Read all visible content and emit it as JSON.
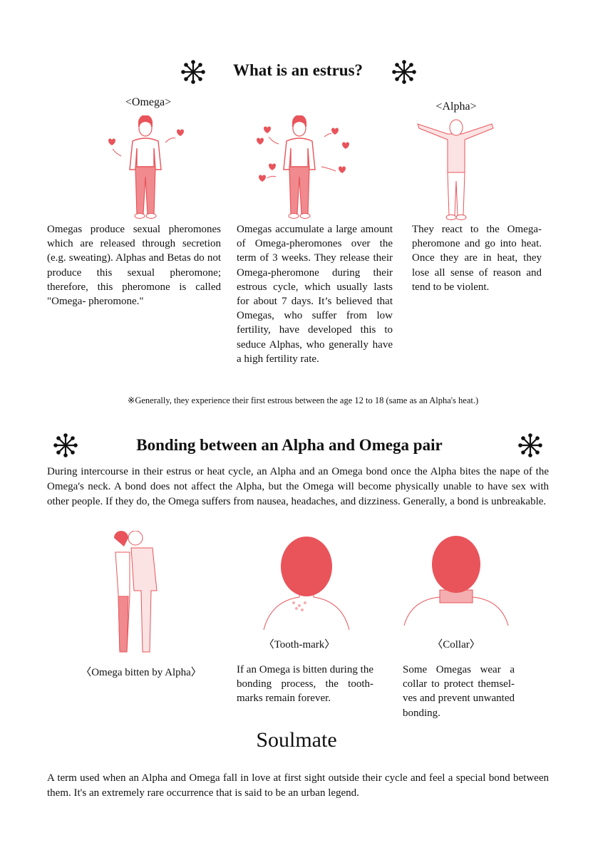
{
  "section1": {
    "title": "What is an estrus?",
    "omega_label": "<Omega>",
    "alpha_label": "<Alpha>",
    "col1": "Omegas produce sexual pheromones which are released through secretion (e.g. sweating). Alphas and Betas do not produce this sexual pheromone; therefore, this pheromone is called \"Omega- pheromone.\"",
    "col2": "Omegas accumulate a large amount of Omega-pheromones over the term of 3 weeks. They release their Omega-pheromone during their estrous cycle, which usually lasts for about 7 days. It’s believed that Omegas, who suffer from low fertility, have de­veloped this to seduce Alphas, who generally have a high fertili­ty rate.",
    "col3": "They react to the Omega-pheromone and go into heat. Once they are in heat, they lose all sense of reason and tend to be violent.",
    "note": "※Generally, they experience their first estrous between the age 12 to 18 (same as an Alpha's heat.)"
  },
  "section2": {
    "title": "Bonding between an Alpha and Omega pair",
    "body": "During intercourse in their estrus or heat cycle, an Alpha and an Omega bond once the Alpha bites the nape of the Omega's neck. A bond does not affect the Alpha, but the Omega will become physically unable to have sex with other people. If they do, the Omega suffers from nausea, headaches, and dizziness. Generally, a bond is unbreakable.",
    "fig1_caption": "〈Omega bitten by Alpha〉",
    "fig2_caption": "〈Tooth-mark〉",
    "fig2_text": "If an Omega is bitten during the bonding process, the tooth-marks remain forever.",
    "fig3_caption": "〈Collar〉",
    "fig3_text": "Some Omegas wear a collar to protect themsel­ves and prevent unwan­ted bonding."
  },
  "section3": {
    "title": "Soulmate",
    "body": "A term used when an Alpha and Omega fall in love at first sight outside their cycle and feel a special bond between them. It's an extremely rare occurrence that is said to be an urban legend."
  },
  "colors": {
    "accent": "#e8545a",
    "accent_light": "#f4aeb0"
  }
}
